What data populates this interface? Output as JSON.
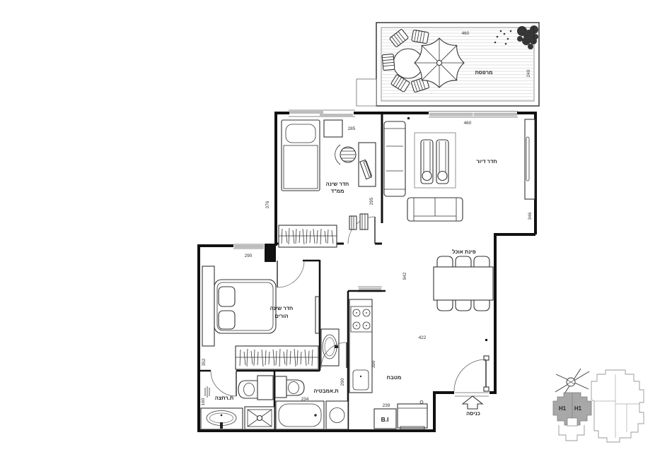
{
  "colors": {
    "wall": "#111111",
    "slider": "#bdbdbd",
    "hatch": "#e2e2e2",
    "keyfill": "#a8a8a8",
    "keyline": "#999999"
  },
  "rooms": {
    "balcony": {
      "name": "מרפסת",
      "width": "460",
      "depth": "240"
    },
    "safe_bedroom": {
      "name_line1": "חדר שינה",
      "name_line2": "ממ\"ד",
      "width": "285",
      "depth_left": "376",
      "depth_right": "295"
    },
    "living": {
      "name": "חדר דיור",
      "width": "460",
      "depth": "346"
    },
    "dining": {
      "name": "פינת אוכל",
      "depth": "942",
      "width": "422"
    },
    "master_bedroom": {
      "name_line1": "חדר שינה",
      "name_line2": "הורים",
      "width": "290",
      "depth": "352"
    },
    "shower_room": {
      "name": "ת.רחצה",
      "width": "160"
    },
    "bathroom": {
      "name": "ת.אמבטיה",
      "tub_width": "234",
      "depth": "290"
    },
    "kitchen": {
      "name": "מטבח",
      "depth": "390",
      "counter": "239",
      "built_in": "B.I"
    },
    "entrance": {
      "name": "כניסה"
    }
  },
  "keyplan": {
    "unit_left": "H1",
    "unit_right": "H1"
  }
}
